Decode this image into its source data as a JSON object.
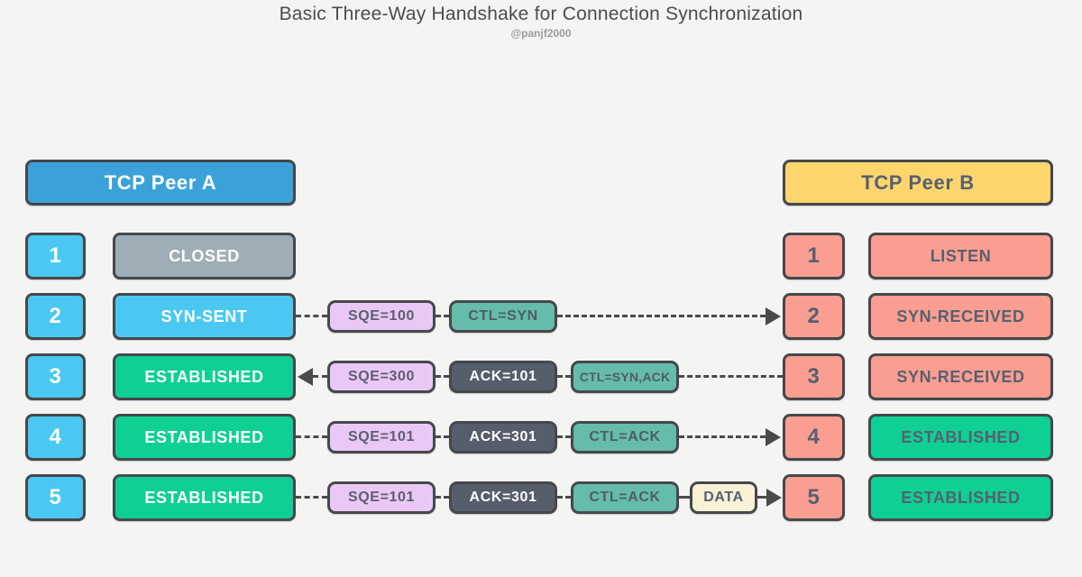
{
  "title": "Basic Three-Way Handshake for Connection Synchronization",
  "subtitle": "@panjf2000",
  "palette": {
    "background": "#f4f5f3",
    "box_border": "#45484c",
    "peer_a_blue": "#3ba2d9",
    "step_cyan": "#4bc8f1",
    "closed_gray": "#9fadb6",
    "established_green": "#0ed094",
    "peer_b_yellow": "#fdd56d",
    "peer_b_salmon": "#f99e91",
    "seq_lavender": "#eac8f6",
    "ack_slate": "#565d6b",
    "ctl_teal": "#65bcaa",
    "data_cream": "#f8f1d6",
    "connector_gray": "#4a4a4a"
  },
  "peer_a": {
    "label": "TCP Peer A",
    "rows": [
      {
        "num": "1",
        "state": "CLOSED"
      },
      {
        "num": "2",
        "state": "SYN-SENT"
      },
      {
        "num": "3",
        "state": "ESTABLISHED"
      },
      {
        "num": "4",
        "state": "ESTABLISHED"
      },
      {
        "num": "5",
        "state": "ESTABLISHED"
      }
    ]
  },
  "peer_b": {
    "label": "TCP Peer B",
    "rows": [
      {
        "num": "1",
        "state": "LISTEN"
      },
      {
        "num": "2",
        "state": "SYN-RECEIVED"
      },
      {
        "num": "3",
        "state": "SYN-RECEIVED"
      },
      {
        "num": "4",
        "state": "ESTABLISHED"
      },
      {
        "num": "5",
        "state": "ESTABLISHED"
      }
    ]
  },
  "messages": {
    "row2": {
      "sqe": "SQE=100",
      "ctl": "CTL=SYN",
      "direction": "A to B"
    },
    "row3": {
      "sqe": "SQE=300",
      "ack": "ACK=101",
      "ctl": "CTL=SYN,ACK",
      "direction": "B to A"
    },
    "row4": {
      "sqe": "SQE=101",
      "ack": "ACK=301",
      "ctl": "CTL=ACK",
      "direction": "A to B"
    },
    "row5": {
      "sqe": "SQE=101",
      "ack": "ACK=301",
      "ctl": "CTL=ACK",
      "data": "DATA",
      "direction": "A to B"
    }
  }
}
